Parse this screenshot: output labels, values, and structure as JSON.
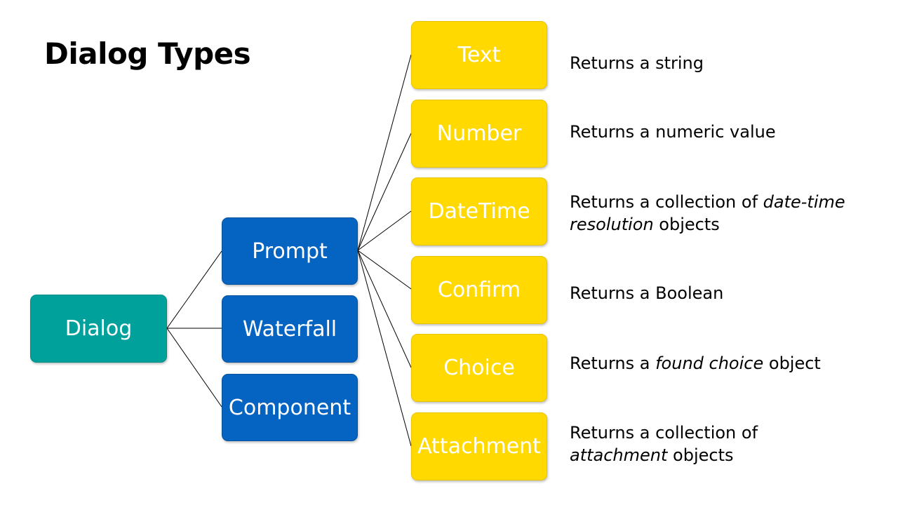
{
  "title": "Dialog Types",
  "colors": {
    "root": "#00a09b",
    "middle": "#0563c1",
    "leaf": "#ffd900",
    "text_on_node": "#ffffff"
  },
  "root": {
    "label": "Dialog"
  },
  "middle": [
    {
      "label": "Prompt"
    },
    {
      "label": "Waterfall"
    },
    {
      "label": "Component"
    }
  ],
  "prompts": [
    {
      "label": "Text",
      "desc": [
        "Returns a string"
      ]
    },
    {
      "label": "Number",
      "desc": [
        "Returns a numeric value"
      ]
    },
    {
      "label": "DateTime",
      "desc_a": "Returns a collection of ",
      "desc_b": "date-time",
      "desc_c": "resolution",
      "desc_d": " objects"
    },
    {
      "label": "Confirm",
      "desc": [
        "Returns a Boolean"
      ]
    },
    {
      "label": "Choice",
      "desc_a": "Returns a ",
      "desc_b": "found choice",
      "desc_c": " object"
    },
    {
      "label": "Attachment",
      "desc_a": "Returns a collection of",
      "desc_b": "attachment",
      "desc_c": " objects"
    }
  ]
}
